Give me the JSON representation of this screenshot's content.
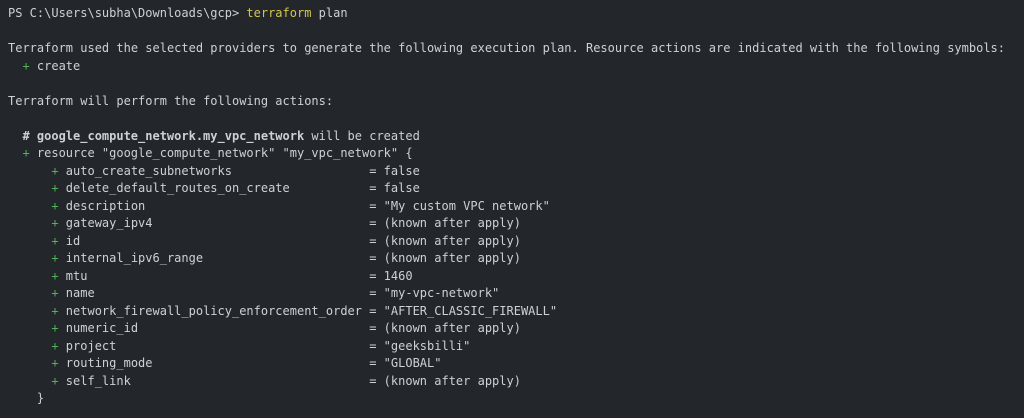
{
  "colors": {
    "background": "#23272b",
    "foreground": "#ccd1d5",
    "addition_green": "#4fb457",
    "command_yellow": "#d2c74c"
  },
  "symbols": {
    "plus": "+",
    "equals": "=",
    "hash": "#"
  },
  "prompt": {
    "path_label": "PS C:\\Users\\subha\\Downloads\\gcp>",
    "command": "terraform",
    "argument": "plan"
  },
  "messages": {
    "intro": "Terraform used the selected providers to generate the following execution plan. Resource actions are indicated with the following symbols:",
    "create_action": "create",
    "actions_heading": "Terraform will perform the following actions:"
  },
  "resource": {
    "address": "google_compute_network.my_vpc_network",
    "created_suffix": "will be created",
    "declaration": "resource \"google_compute_network\" \"my_vpc_network\" {",
    "closing_brace": "}",
    "attributes": [
      {
        "name": "auto_create_subnetworks",
        "value": "false"
      },
      {
        "name": "delete_default_routes_on_create",
        "value": "false"
      },
      {
        "name": "description",
        "value": "\"My custom VPC network\""
      },
      {
        "name": "gateway_ipv4",
        "value": "(known after apply)"
      },
      {
        "name": "id",
        "value": "(known after apply)"
      },
      {
        "name": "internal_ipv6_range",
        "value": "(known after apply)"
      },
      {
        "name": "mtu",
        "value": "1460"
      },
      {
        "name": "name",
        "value": "\"my-vpc-network\""
      },
      {
        "name": "network_firewall_policy_enforcement_order",
        "value": "\"AFTER_CLASSIC_FIREWALL\""
      },
      {
        "name": "numeric_id",
        "value": "(known after apply)"
      },
      {
        "name": "project",
        "value": "\"geeksbilli\""
      },
      {
        "name": "routing_mode",
        "value": "\"GLOBAL\""
      },
      {
        "name": "self_link",
        "value": "(known after apply)"
      }
    ]
  }
}
